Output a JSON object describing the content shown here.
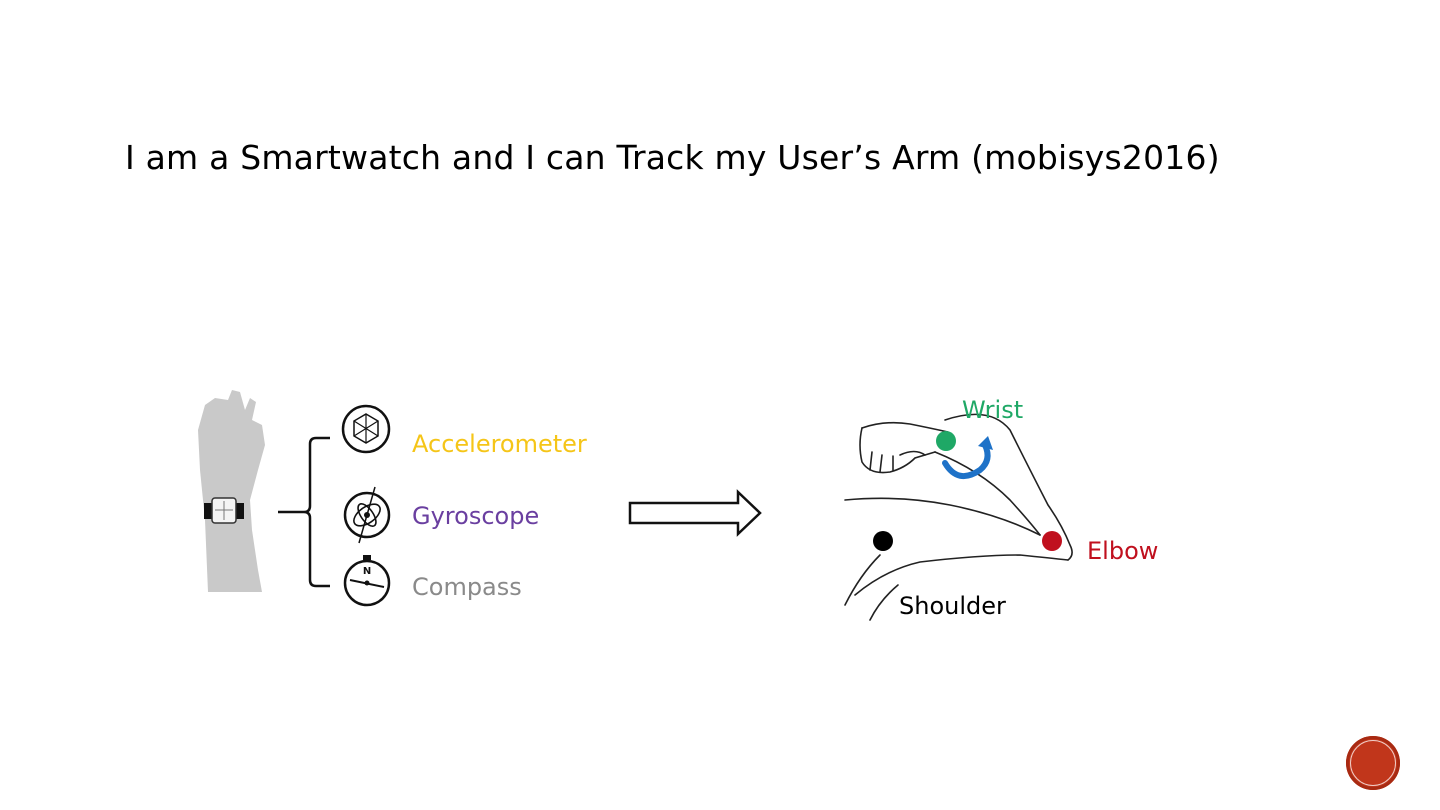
{
  "slide": {
    "title": "I am a Smartwatch and I can Track my User’s Arm (mobisys2016)"
  },
  "sensors": [
    {
      "label": "Accelerometer",
      "color": "#f5c518",
      "icon": "accelerometer-icon"
    },
    {
      "label": "Gyroscope",
      "color": "#6a3fa0",
      "icon": "gyroscope-icon"
    },
    {
      "label": "Compass",
      "color": "#8a8a8a",
      "icon": "compass-icon",
      "icon_text": "N"
    }
  ],
  "joints": {
    "wrist": {
      "label": "Wrist",
      "color": "#1fa866"
    },
    "elbow": {
      "label": "Elbow",
      "color": "#c0101e"
    },
    "shoulder": {
      "label": "Shoulder",
      "color": "#000000"
    }
  },
  "icons": {
    "hand": "hand-with-smartwatch-icon",
    "arrow": "right-arrow-icon",
    "rotation": "rotation-arrow-icon",
    "nav": "slide-nav-button"
  }
}
